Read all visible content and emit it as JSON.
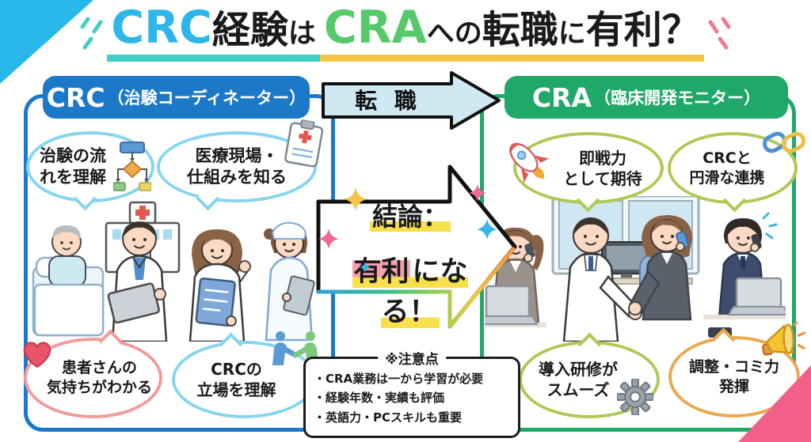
{
  "title": {
    "text": "CRC経験はCRAへの転職に有利？",
    "segments": [
      {
        "text": "CRC"
      },
      {
        "text": "経験"
      },
      {
        "text": "は"
      },
      {
        "text": "CRA"
      },
      {
        "text": "への"
      },
      {
        "text": "転職"
      },
      {
        "text": "に"
      },
      {
        "text": "有利？"
      }
    ],
    "colors": {
      "crc": "#2eb6e9",
      "cra": "#57c96b",
      "underline_left": "#3fd0c5",
      "underline_right": "#f6c445"
    }
  },
  "transfer_arrow": {
    "label": "転 職",
    "fill": "#cfe9f3"
  },
  "left_panel": {
    "header": {
      "acronym": "CRC",
      "full_name": "（治験コーディネーター）"
    },
    "border_color": "#1b79c8",
    "bubbles": [
      {
        "text": "治験の流\nれを理解",
        "icon": "flowchart-icon",
        "border": "#86d5f0"
      },
      {
        "text": "医療現場・\n仕組みを知る",
        "icon": "clipboard-icon",
        "border": "#86d5f0"
      },
      {
        "text": "患者さんの\n気持ちがわかる",
        "icon": "heart-icon",
        "border": "#f39a9a"
      },
      {
        "text": "CRCの\n立場を理解",
        "icon": "handshake-icon",
        "border": "#86d5f0"
      }
    ],
    "scene": "hospital-with-patient-doctor-crc-nurse"
  },
  "right_panel": {
    "header": {
      "acronym": "CRA",
      "full_name": "（臨床開発モニター）"
    },
    "border_color": "#1fa868",
    "bubbles": [
      {
        "text": "即戦力\nとして期待",
        "icon": "rocket-icon",
        "border": "#aec954"
      },
      {
        "text": "CRCと\n円滑な連携",
        "icon": "chain-link-icon",
        "border": "#aec954"
      },
      {
        "text": "導入研修が\nスムーズ",
        "icon": "gear-icon",
        "border": "#aec954"
      },
      {
        "text": "調整・コミ力\n発揮",
        "icon": "megaphone-icon",
        "border": "#eaa94e"
      }
    ],
    "scene": "office-handshake-phone-calls"
  },
  "conclusion": {
    "line1": "結論：",
    "line2_highlight": "有利",
    "line2_rest": "になる！"
  },
  "notes": {
    "title": "※注意点",
    "items": [
      "・CRA業務は一から学習が必要",
      "・経験年数・実績も評価",
      "・英語力・PCスキルも重要"
    ]
  },
  "decorations": [
    "corner-triangle-cyan",
    "corner-triangle-pink",
    "title-dash-teal",
    "title-dash-pink",
    "sparkles"
  ]
}
